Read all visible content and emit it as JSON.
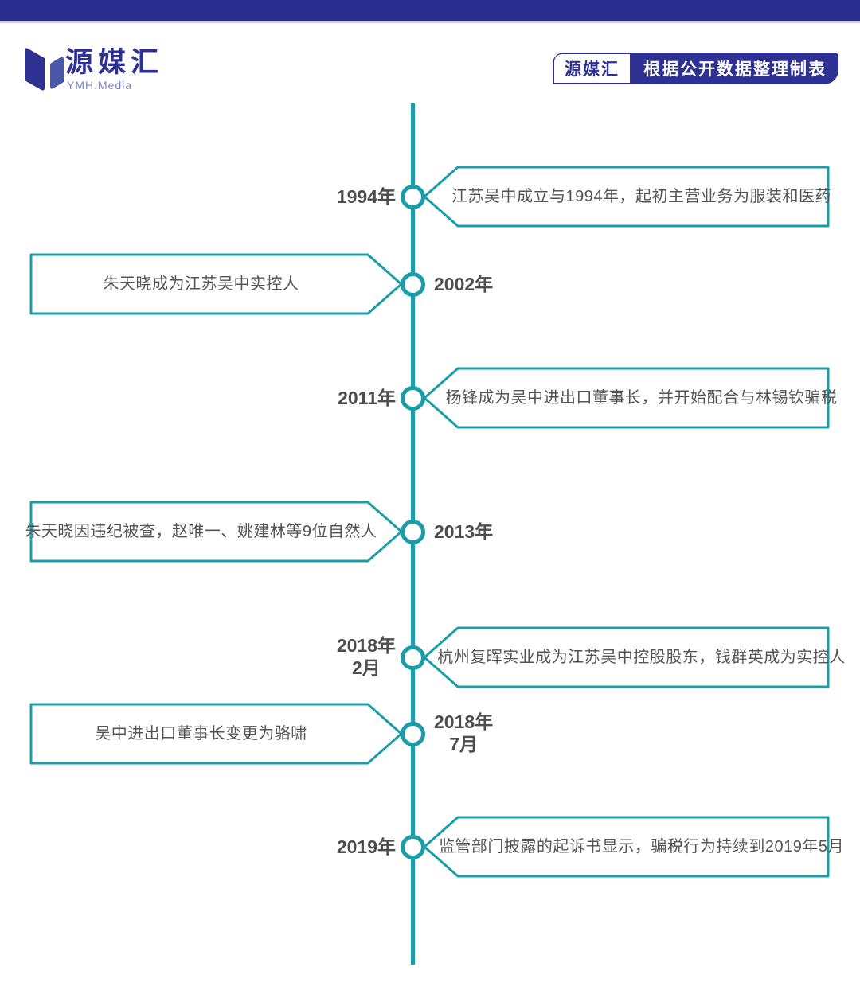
{
  "header": {
    "logo": {
      "name": "源媒汇",
      "subtitle": "YMH.Media"
    },
    "badge": {
      "brand": "源媒汇",
      "note": "根据公开数据整理制表"
    }
  },
  "colors": {
    "top_bar": "#282D8F",
    "brand_blue": "#2E3192",
    "brand_blue_light": "#4B57A9",
    "timeline_teal": "#189DA9",
    "text_gray": "#4D4D4D"
  },
  "timeline": {
    "events": [
      {
        "year": "1994年",
        "month": "",
        "side": "right",
        "text": "江苏吴中成立与1994年，起初主营业务为服装和医药"
      },
      {
        "year": "2002年",
        "month": "",
        "side": "left",
        "text": "朱天晓成为江苏吴中实控人"
      },
      {
        "year": "2011年",
        "month": "",
        "side": "right",
        "text": "杨锋成为吴中进出口董事长，并开始配合与林锡钦骗税"
      },
      {
        "year": "2013年",
        "month": "",
        "side": "left",
        "text": "朱天晓因违纪被查，赵唯一、姚建林等9位自然人"
      },
      {
        "year": "2018年",
        "month": "2月",
        "side": "right",
        "text": "杭州复晖实业成为江苏吴中控股股东，钱群英成为实控人"
      },
      {
        "year": "2018年",
        "month": "7月",
        "side": "left",
        "text": "吴中进出口董事长变更为骆啸"
      },
      {
        "year": "2019年",
        "month": "",
        "side": "right",
        "text": "监管部门披露的起诉书显示，骗税行为持续到2019年5月"
      }
    ]
  }
}
